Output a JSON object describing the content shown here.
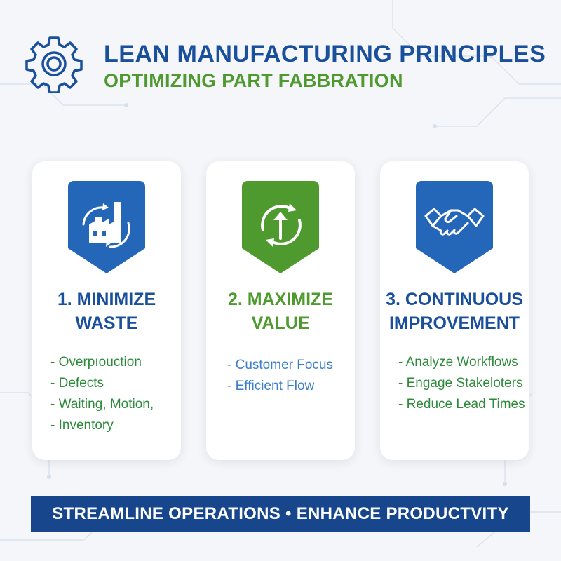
{
  "header": {
    "title": "LEAN MANUFACTURING PRINCIPLES",
    "subtitle": "OPTIMIZING PART FABBRATION"
  },
  "colors": {
    "blue": "#1a4f9c",
    "green": "#4e9a2f",
    "banner": "#17468c",
    "badge_blue": "#2467b8",
    "badge_green": "#4e9a2f"
  },
  "cards": [
    {
      "icon": "factory-recycle-icon",
      "title_line1": "1. MINIMIZE",
      "title_line2": "WASTE",
      "bullets": [
        "- Overpıouction",
        "- Defects",
        "- Waiting, Motion,",
        "- Inventory"
      ]
    },
    {
      "icon": "refresh-arrow-up-icon",
      "title_line1": "2. MAXIMIZE",
      "title_line2": "VALUE",
      "bullets": [
        "- Customer Focus",
        "- Efficient Flow"
      ]
    },
    {
      "icon": "handshake-icon",
      "title_line1": "3. CONTINUOUS",
      "title_line2": "IMPROVEMENT",
      "bullets": [
        "- Analyze Workflows",
        "- Engage Stakeloters",
        "- Reduce Lead Times"
      ]
    }
  ],
  "banner": {
    "text": "STREAMLINE OPERATIONS • ENHANCE PRODUCTVITY"
  }
}
